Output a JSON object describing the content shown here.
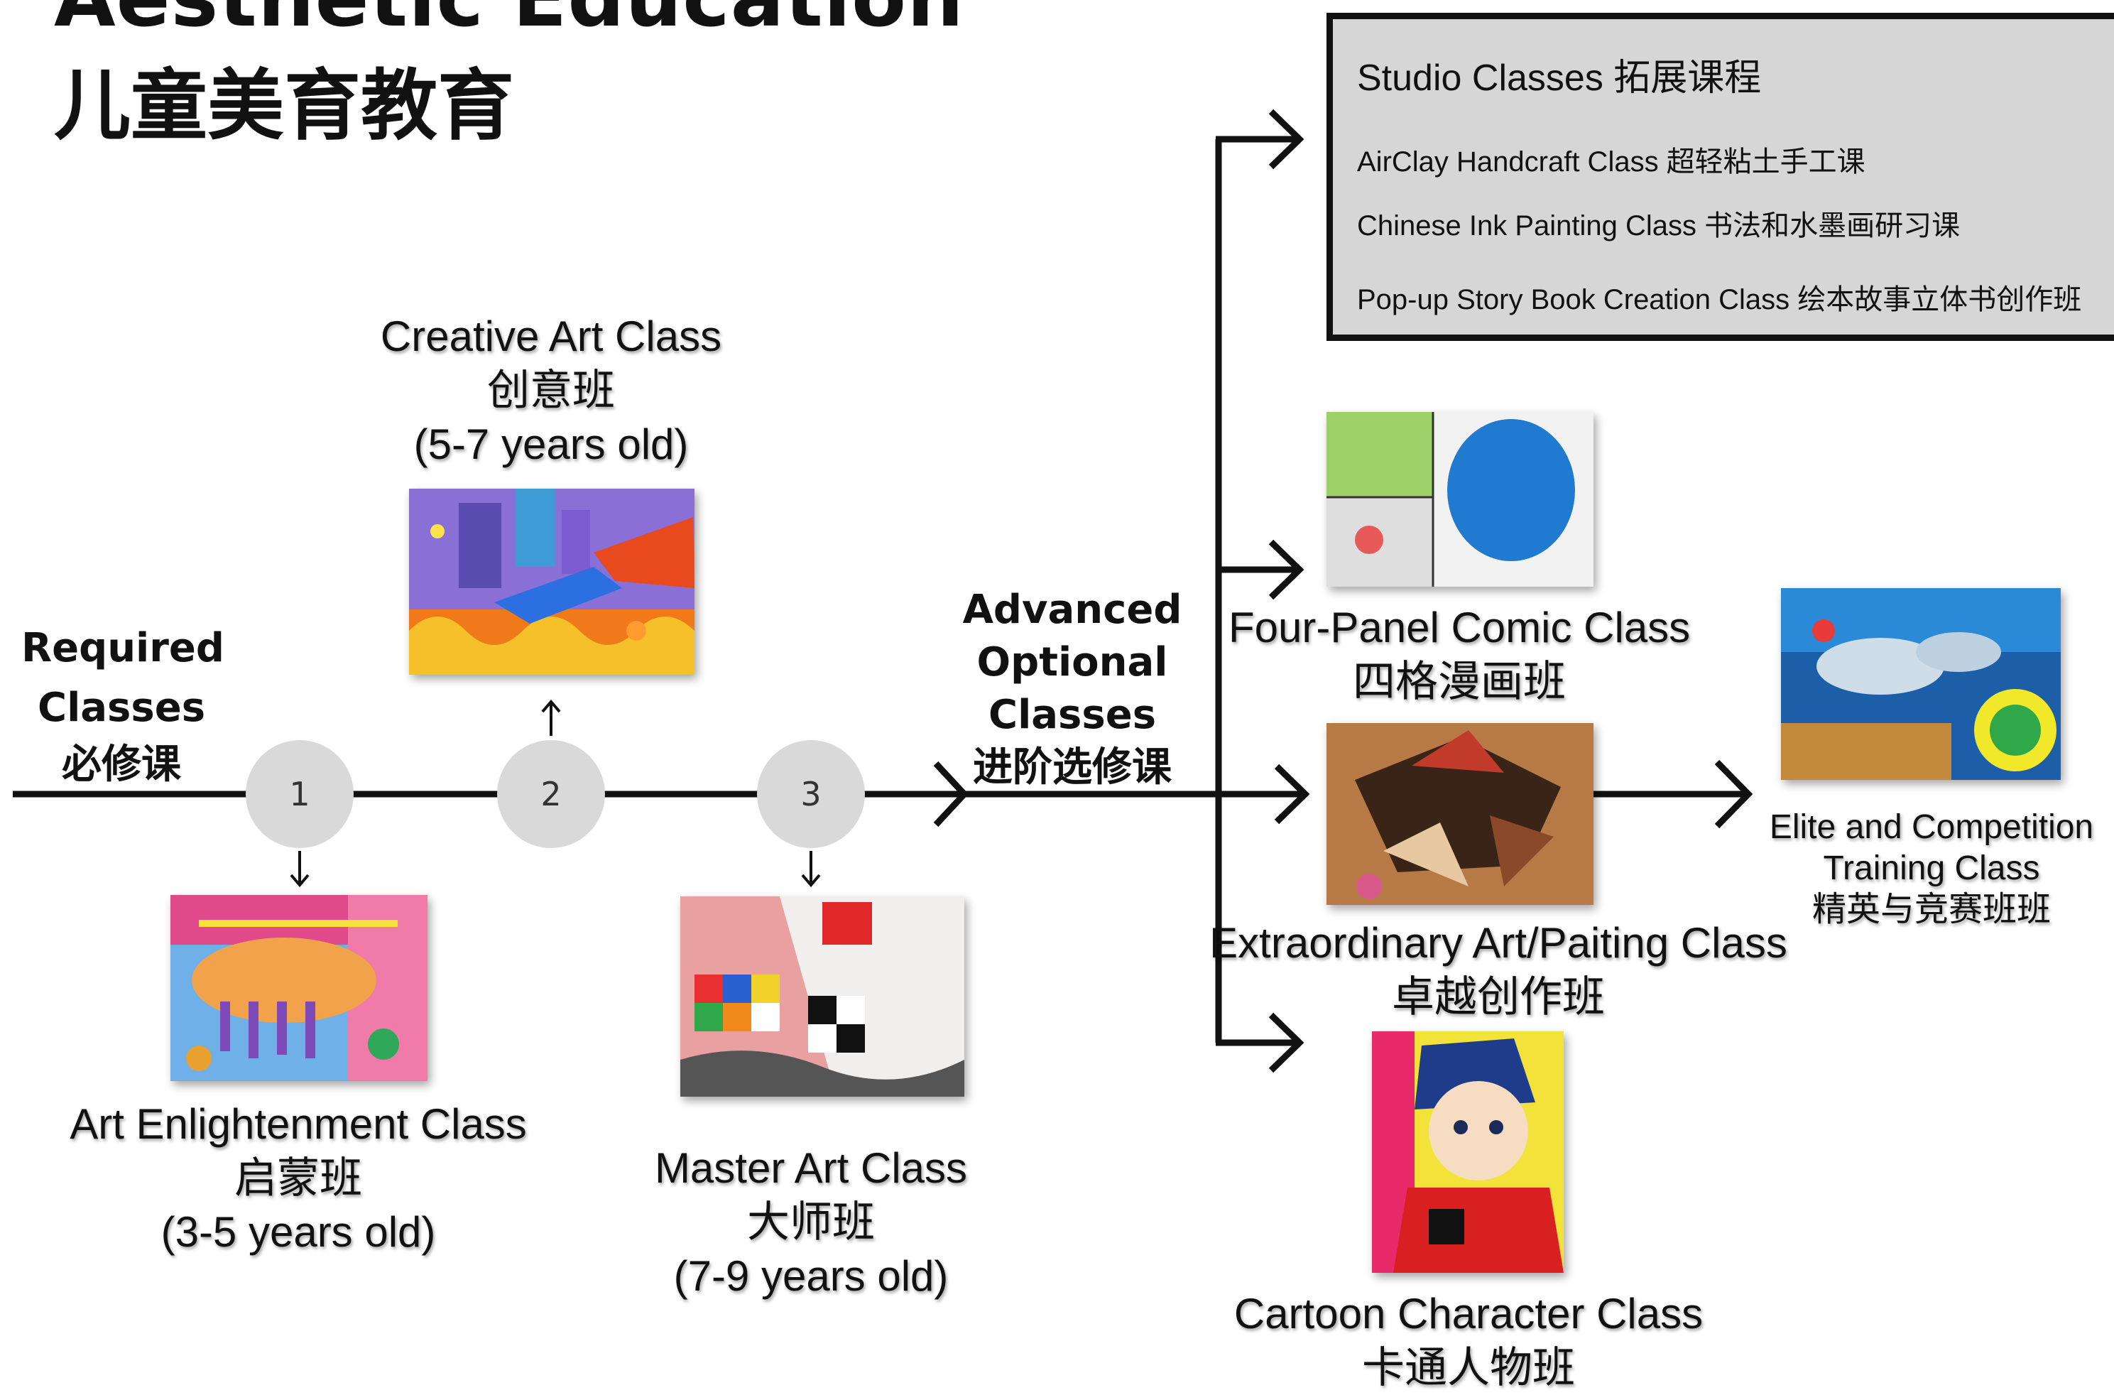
{
  "header": {
    "title": "Aesthetic Education",
    "subtitle": "儿童美育教育"
  },
  "required": {
    "label_line1": "Required",
    "label_line2": "Classes",
    "label_line3": "必修课"
  },
  "steps": [
    {
      "number": "1",
      "name": "Art Enlightenment Class",
      "name_cn": "启蒙班",
      "ages": "(3-5 years old)"
    },
    {
      "number": "2",
      "name": "Creative Art Class",
      "name_cn": "创意班",
      "ages": "(5-7 years old)"
    },
    {
      "number": "3",
      "name": "Master Art Class",
      "name_cn": "大师班",
      "ages": "(7-9 years old)"
    }
  ],
  "advanced": {
    "label_line1": "Advanced",
    "label_line2": "Optional",
    "label_line3": "Classes",
    "label_line4": "进阶选修课"
  },
  "studio": {
    "title": "Studio Classes 拓展课程",
    "items": [
      "AirClay Handcraft Class 超轻粘土手工课",
      "Chinese Ink Painting Class 书法和水墨画研习课",
      "Pop-up Story Book Creation Class 绘本故事立体书创作班"
    ]
  },
  "branches": {
    "comic": {
      "name": "Four-Panel Comic Class",
      "name_cn": "四格漫画班"
    },
    "extraordinary": {
      "name": "Extraordinary Art/Paiting Class",
      "name_cn": "卓越创作班"
    },
    "cartoon": {
      "name": "Cartoon Character Class",
      "name_cn": "卡通人物班"
    }
  },
  "elite": {
    "line1": "Elite and Competition",
    "line2": "Training Class",
    "line3": "精英与竞赛班班"
  },
  "colors": {
    "line": "#111111",
    "circle": "#d9d9d9",
    "studio_bg": "#d6d6d6"
  }
}
